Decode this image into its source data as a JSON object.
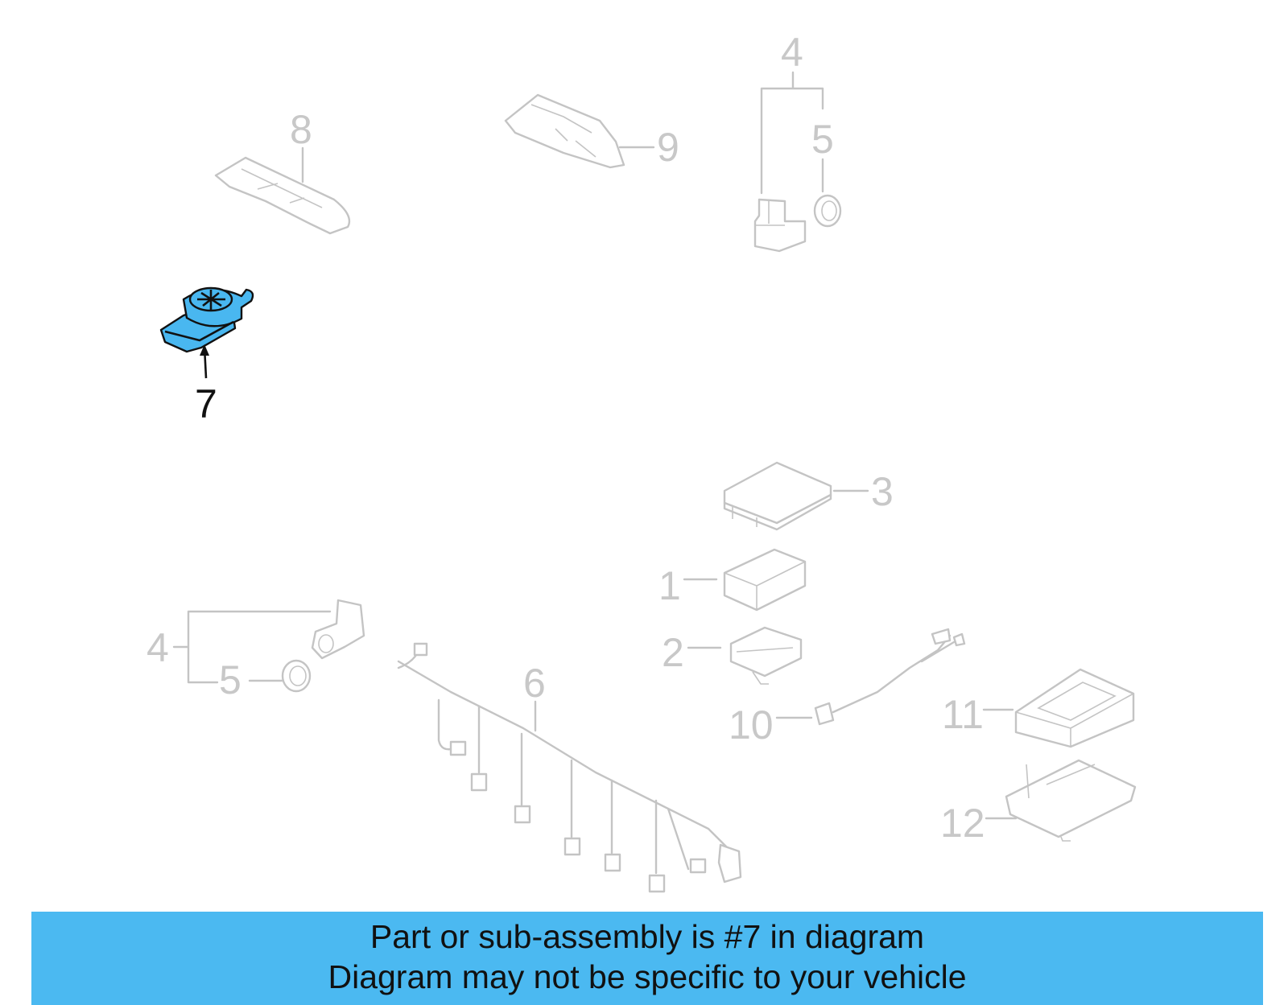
{
  "callouts": {
    "c1": "1",
    "c2": "2",
    "c3": "3",
    "c4a": "4",
    "c4b": "4",
    "c5a": "5",
    "c5b": "5",
    "c6": "6",
    "c7": "7",
    "c8": "8",
    "c9": "9",
    "c10": "10",
    "c11": "11",
    "c12": "12"
  },
  "highlighted_part": "7",
  "colors": {
    "highlight": "#49b7f0",
    "banner": "#4bb9f1",
    "faded": "#c4c4c4",
    "active": "#111111"
  },
  "banner": {
    "line1": "Part or sub-assembly is #7 in diagram",
    "line2": "Diagram may not be specific to your vehicle"
  }
}
